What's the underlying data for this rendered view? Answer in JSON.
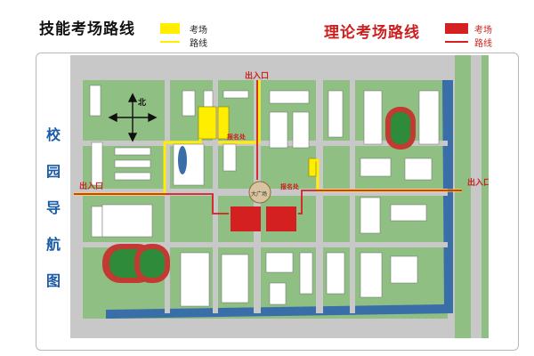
{
  "legend": {
    "skill_title": "技能考场路线",
    "theory_title": "理论考场路线",
    "exam_room": "考场",
    "route": "路线",
    "skill_color": "#ffee00",
    "theory_color": "#d42020"
  },
  "side_title": [
    "校",
    "园",
    "导",
    "航",
    "图"
  ],
  "map": {
    "north": "北",
    "entrances": {
      "top": "出入口",
      "left": "出入口",
      "right": "出入口"
    },
    "signs": {
      "registration_top": "报名处",
      "registration_mid": "报名处",
      "square": "大广场"
    },
    "colors": {
      "grass": "#8fbf83",
      "road": "#c8c8c8",
      "building": "#ffffff",
      "water": "#3a6ea8",
      "track": "#c23b32",
      "field": "#2e8b3a"
    },
    "icons": [
      "compass-icon"
    ]
  }
}
